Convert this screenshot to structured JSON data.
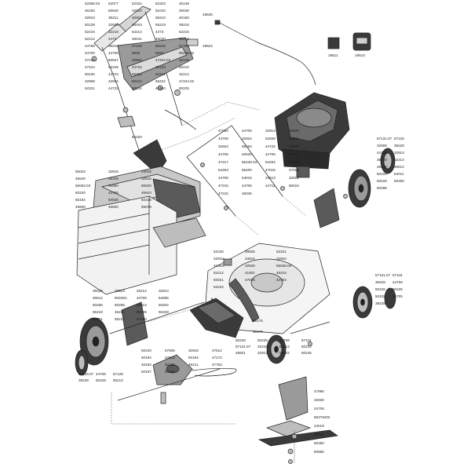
{
  "colors": {
    "ink": "#222222",
    "light": "#d6d6d6",
    "mid": "#9a9a9a",
    "dark": "#3a3a3a",
    "paper": "#ffffff"
  },
  "groups": {
    "handle": [
      "52066.02",
      "52077",
      "52324",
      "52323",
      "46149",
      "46150",
      "60640",
      "32910",
      "51043",
      "46048",
      "32910",
      "38211",
      "32924",
      "55210",
      "40160",
      "50139",
      "32923",
      "46043",
      "55219",
      "39216",
      "52216",
      "32218",
      "54214",
      "4473",
      "52216",
      "52212",
      "4473",
      "46041",
      "46040",
      "52213",
      "44755",
      "39216",
      "47242",
      "50215",
      "47704",
      "44700",
      "44706",
      "6060",
      "5520",
      "55226.02",
      "47242",
      "60637",
      "32904",
      "47224.02",
      "46145",
      "47224",
      "52245",
      "44722",
      "46133",
      "50210",
      "60230",
      "44723",
      "50212",
      "52212",
      "32212",
      "32908",
      "32924",
      "60212",
      "55222",
      "47224.02",
      "52221",
      "44722",
      "50231",
      "40160",
      "50225"
    ],
    "cable": [
      "19525",
      "19524"
    ],
    "parts_small": [
      "19511",
      "19510"
    ],
    "engine": [],
    "chute": [
      "54320"
    ],
    "bag": [
      "55023",
      "32916",
      "24016",
      "45640",
      "55105",
      "32916",
      "55063.03",
      "55000",
      "55020",
      "50220",
      "44705",
      "46910",
      "55184",
      "50025",
      "50216",
      "46606",
      "46600",
      "55076"
    ],
    "frame_center": [
      "47034",
      "44706",
      "32914",
      "32929",
      "44706",
      "32924",
      "52928",
      "55219",
      "32924",
      "55184",
      "44722",
      "32928",
      "44705",
      "40630",
      "44706",
      "44707",
      "47217",
      "55236.03",
      "54264",
      "47215",
      "54263",
      "55200",
      "47016",
      "47010",
      "44706",
      "54615",
      "34513",
      "32912",
      "47215",
      "44706",
      "44711",
      "55015",
      "47215",
      "46045"
    ],
    "deck": [
      "52230",
      "49925",
      "52221",
      "32918",
      "34615",
      "32924",
      "41003",
      "32926",
      "55035.02",
      "52212",
      "41601",
      "49216",
      "50021",
      "47625",
      "44703",
      "52222"
    ],
    "wheel_rear_right": [
      "57131.07",
      "57125",
      "32908",
      "39228",
      "44706",
      "32913",
      "39228",
      "52214",
      "46812",
      "50812",
      "50228",
      "54011",
      "50228",
      "50250",
      "50298"
    ],
    "wheel_front_right": [
      "57131.07",
      "57118",
      "39228",
      "44706",
      "50226",
      "50225",
      "50225",
      "44705",
      "39228"
    ],
    "wheel_rear_left": [
      "39228",
      "32913",
      "46214",
      "32913",
      "46612",
      "50228A",
      "44706",
      "54556",
      "50265",
      "50298",
      "46812",
      "50202",
      "55218",
      "46215",
      "50228",
      "50228",
      "44701",
      "55212",
      "47250"
    ],
    "wheel_front_left": [
      "57133.07",
      "44706",
      "57128",
      "39228",
      "50228",
      "55213"
    ],
    "flap": [
      "55175",
      "55176"
    ],
    "drive": [
      "50240",
      "57605",
      "32916",
      "47612",
      "50194",
      "47612",
      "50194",
      "47172",
      "46193",
      "50285",
      "45211",
      "47762",
      "50197",
      "55192"
    ],
    "wheel_front_mid": [
      "50228",
      "50228",
      "44706",
      "57115",
      "57131.07",
      "32218",
      "55212",
      "50212",
      "48601",
      "32913",
      "50222",
      "50245"
    ],
    "blade": [
      "47996",
      "32928",
      "44706",
      "50279402",
      "44019",
      "46911",
      "50250",
      "50865"
    ]
  }
}
